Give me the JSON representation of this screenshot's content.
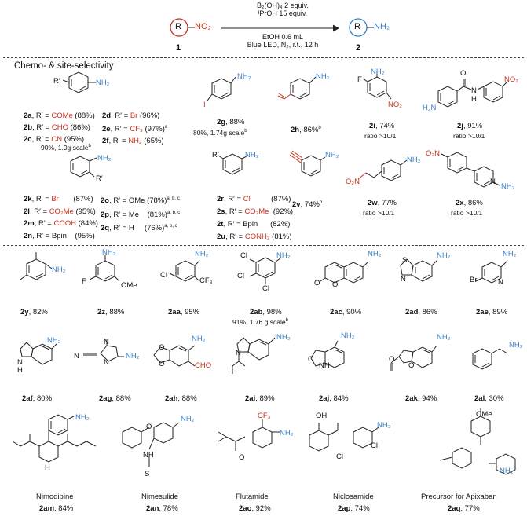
{
  "scheme": {
    "reactant_r": "R",
    "reactant_group": "NO₂",
    "product_r": "R",
    "product_group": "NH₂",
    "reactant_num": "1",
    "product_num": "2",
    "conditions": [
      "B₂(OH)₄ 2 equiv.",
      "ᴵPrOH 15 equiv.",
      "EtOH 0.6 mL",
      "Blue LED, N₂, r.t., 12 h"
    ]
  },
  "section_title": "Chemo- & site-selectivity",
  "labels": {
    "NH2": "NH₂",
    "Rprime": "R′",
    "I": "I",
    "F": "F",
    "NO2": "NO₂",
    "O2N": "O₂N",
    "H2N": "H₂N",
    "Cl": "Cl",
    "CF3": "CF₃",
    "OMe": "OMe",
    "Br": "Br",
    "N": "N",
    "NH": "NH",
    "H": "H",
    "O": "O",
    "S": "S",
    "CHO": "CHO",
    "OH": "OH"
  },
  "group1": [
    {
      "id": "2a",
      "pre": ", R′ = ",
      "sub": "COMe",
      "yield": "(88%)"
    },
    {
      "id": "2b",
      "pre": ", R′ = ",
      "sub": "CHO",
      "yield": "(86%)"
    },
    {
      "id": "2c",
      "pre": ", R′ = ",
      "sub": "CN",
      "yield": "(95%)"
    },
    {
      "id": "2d",
      "pre": ", R′ = ",
      "sub": "Br",
      "yield": "(96%)"
    },
    {
      "id": "2e",
      "pre": ", R′ = ",
      "sub": "CF₃",
      "yield": "(97%)",
      "note": "a"
    },
    {
      "id": "2f",
      "pre": ", R′ = ",
      "sub": "NH₂",
      "yield": "(65%)"
    }
  ],
  "group1_scale": "90%, 1.0g scale",
  "group1_scale_note": "b",
  "group2": [
    {
      "id": "2k",
      "pre": ", R′ = ",
      "sub": "Br",
      "yield": "(87%)"
    },
    {
      "id": "2l",
      "pre": ", R′ = ",
      "sub": "CO₂Me",
      "yield": "(95%)"
    },
    {
      "id": "2m",
      "pre": ", R′ = ",
      "sub": "COOH",
      "yield": "(84%)"
    },
    {
      "id": "2n",
      "pre": ", R′ = ",
      "sub": "Bpin",
      "yield": "(95%)"
    },
    {
      "id": "2o",
      "pre": ", R′ = ",
      "sub": "OMe",
      "yield": "(78%)",
      "note": "a, b, c"
    },
    {
      "id": "2p",
      "pre": ", R′ = ",
      "sub": "Me",
      "yield": "(81%)",
      "note": "a, b, c"
    },
    {
      "id": "2q",
      "pre": ", R′ = ",
      "sub": "H",
      "yield": "(76%)",
      "note": "a, b, c"
    }
  ],
  "group3": [
    {
      "id": "2r",
      "pre": ", R′ = ",
      "sub": "Cl",
      "yield": "(87%)"
    },
    {
      "id": "2s",
      "pre": ", R′ = ",
      "sub": "CO₂Me",
      "yield": "(92%)"
    },
    {
      "id": "2t",
      "pre": ", R′ = ",
      "sub": "Bpin",
      "yield": "(82%)"
    },
    {
      "id": "2u",
      "pre": ", R′ = ",
      "sub": "CONH₂",
      "yield": "(81%)"
    }
  ],
  "c2g": {
    "id": "2g",
    "yield": ", 88%",
    "scale": "80%, 1.74g scale",
    "note": "b"
  },
  "c2h": {
    "id": "2h",
    "yield": ", 86%",
    "note": "b"
  },
  "c2i": {
    "id": "2i",
    "yield": ", 74%",
    "ratio": "ratio >10/1"
  },
  "c2j": {
    "id": "2j",
    "yield": ", 91%",
    "ratio": "ratio >10/1"
  },
  "c2v": {
    "id": "2v",
    "yield": ", 74%",
    "note": "b"
  },
  "c2w": {
    "id": "2w",
    "yield": ", 77%",
    "ratio": "ratio >10/1"
  },
  "c2x": {
    "id": "2x",
    "yield": ", 86%",
    "ratio": "ratio >10/1"
  },
  "row3": [
    {
      "id": "2y",
      "yield": ", 82%"
    },
    {
      "id": "2z",
      "yield": ", 88%"
    },
    {
      "id": "2aa",
      "yield": ", 95%"
    },
    {
      "id": "2ab",
      "yield": ", 98%",
      "scale": "91%, 1.76 g scale",
      "note": "b"
    },
    {
      "id": "2ac",
      "yield": ", 90%"
    },
    {
      "id": "2ad",
      "yield": ", 86%"
    },
    {
      "id": "2ae",
      "yield": ", 89%"
    }
  ],
  "row4": [
    {
      "id": "2af",
      "yield": ", 80%"
    },
    {
      "id": "2ag",
      "yield": ", 88%"
    },
    {
      "id": "2ah",
      "yield": ", 88%"
    },
    {
      "id": "2ai",
      "yield": ", 89%"
    },
    {
      "id": "2aj",
      "yield": ", 84%"
    },
    {
      "id": "2ak",
      "yield": ", 94%"
    },
    {
      "id": "2al",
      "yield": ", 30%"
    }
  ],
  "row5": [
    {
      "name": "Nimodipine",
      "id": "2am",
      "yield": ", 84%"
    },
    {
      "name": "Nimesulide",
      "id": "2an",
      "yield": ", 78%"
    },
    {
      "name": "Flutamide",
      "id": "2ao",
      "yield": ", 92%"
    },
    {
      "name": "Niclosamide",
      "id": "2ap",
      "yield": ", 74%"
    },
    {
      "name": "Precursor for Apixaban",
      "id": "2aq",
      "yield": ", 77%"
    }
  ],
  "colors": {
    "highlight_red": "#c8321e",
    "highlight_blue": "#3a7fc8"
  }
}
